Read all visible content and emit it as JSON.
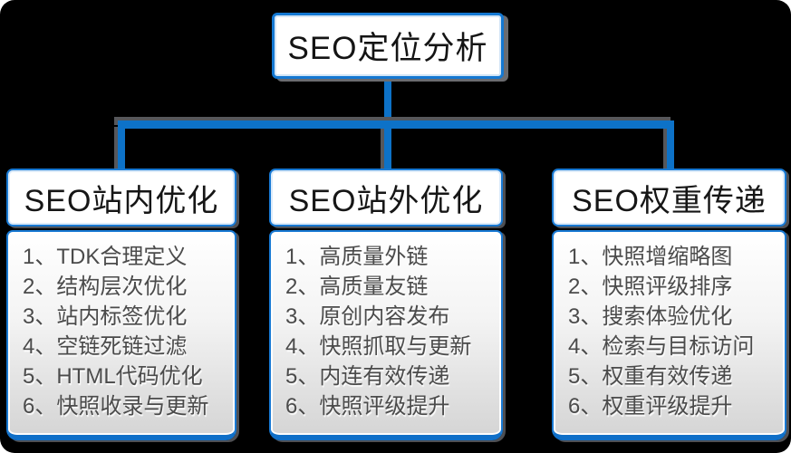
{
  "diagram": {
    "background_color": "#000000",
    "line_color": "#0d72c8",
    "line_shadow_color": "#56575b",
    "box_border_color": "#1879d3",
    "header_text_color": "#161616",
    "item_text_color": "#4b4b4b",
    "root": {
      "title": "SEO定位分析"
    },
    "columns": [
      {
        "title": "SEO站内优化",
        "items": [
          "1、TDK合理定义",
          "2、结构层次优化",
          "3、站内标签优化",
          "4、空链死链过滤",
          "5、HTML代码优化",
          "6、快照收录与更新"
        ]
      },
      {
        "title": "SEO站外优化",
        "items": [
          "1、高质量外链",
          "2、高质量友链",
          "3、原创内容发布",
          "4、快照抓取与更新",
          "5、内连有效传递",
          "6、快照评级提升"
        ]
      },
      {
        "title": "SEO权重传递",
        "items": [
          "1、快照增缩略图",
          "2、快照评级排序",
          "3、搜索体验优化",
          "4、检索与目标访问",
          "5、权重有效传递",
          "6、权重评级提升"
        ]
      }
    ]
  }
}
